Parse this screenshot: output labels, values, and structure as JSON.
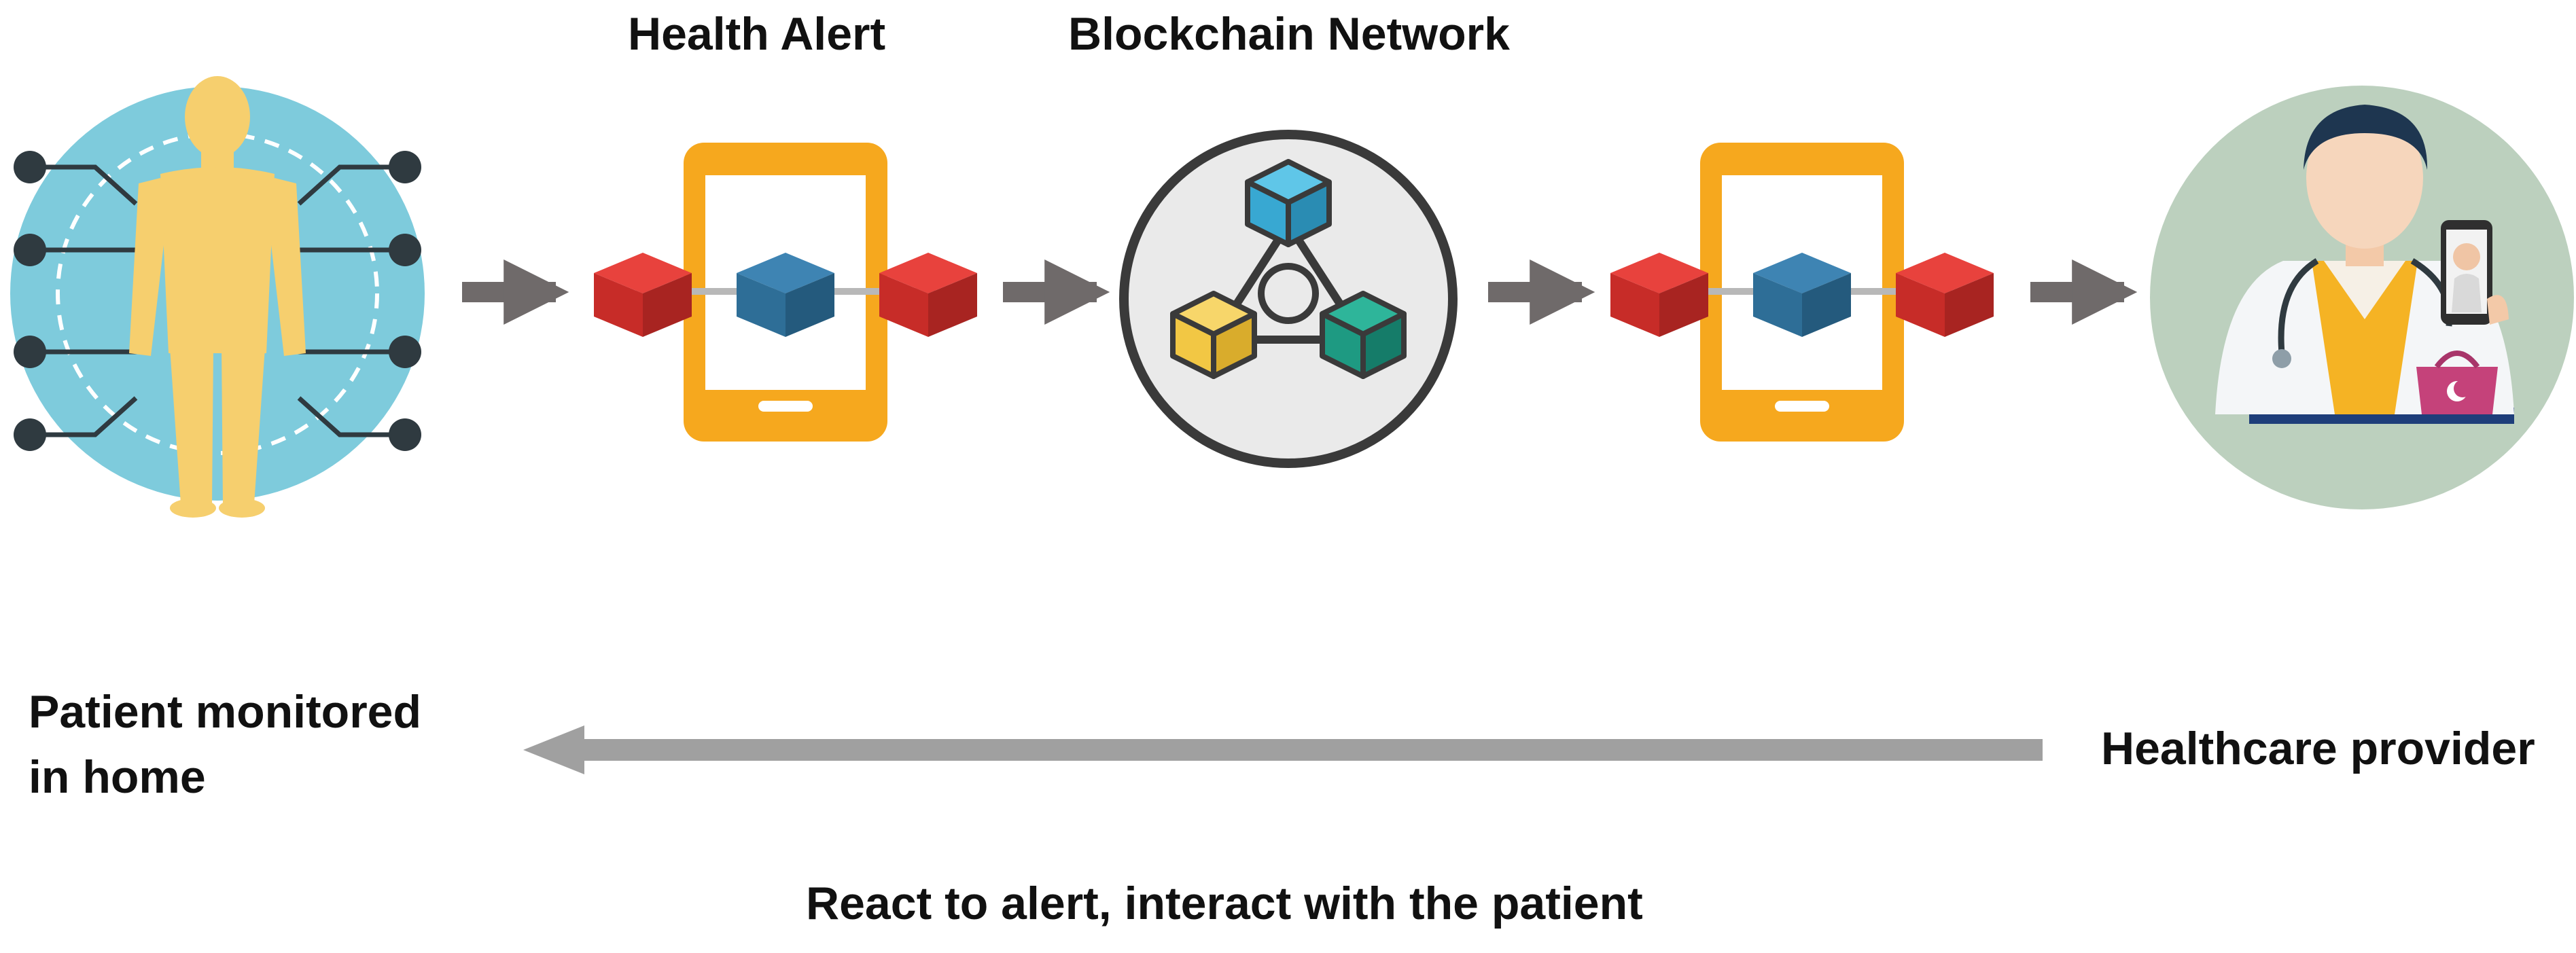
{
  "labels": {
    "health_alert": "Health Alert",
    "blockchain_network": "Blockchain Network",
    "patient": "Patient monitored\nin home",
    "provider": "Healthcare provider",
    "reaction": "React to alert, interact with the patient"
  },
  "icons": [
    "patient-body-icon",
    "smartphone-block-icon",
    "blockchain-network-icon",
    "smartphone-block-icon",
    "doctor-icon"
  ],
  "colors": {
    "patient_circle": "#7ECBDC",
    "body": "#F6CF6E",
    "phone_frame": "#F6A81E",
    "red_block": "#D8312C",
    "blue_block": "#2E6E97",
    "network_ring": "#3A3A3A",
    "doctor_circle": "#BCD0BE",
    "flow_arrow": "#6F6A6A",
    "return_arrow": "#A0A0A0"
  }
}
